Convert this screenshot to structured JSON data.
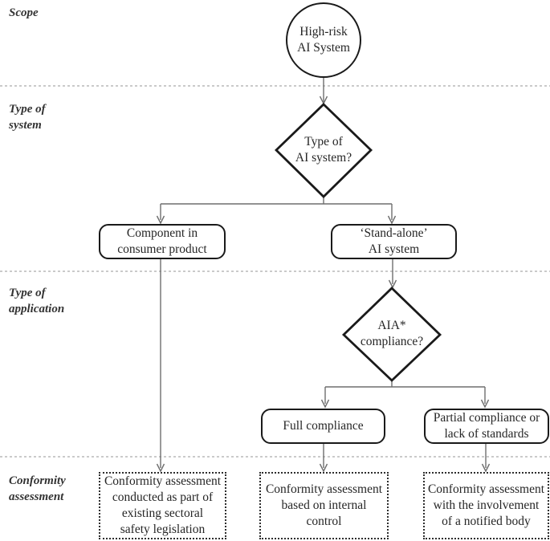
{
  "figure": {
    "type": "flowchart",
    "description_visible_text_only": true
  },
  "sections": [
    {
      "id": "scope",
      "lines": [
        "Scope"
      ]
    },
    {
      "id": "type-of-system",
      "lines": [
        "Type of",
        "system"
      ]
    },
    {
      "id": "type-of-application",
      "lines": [
        "Type of",
        "application"
      ]
    },
    {
      "id": "conformity-assessment",
      "lines": [
        "Conformity",
        "assessment"
      ]
    }
  ],
  "nodes": {
    "start": {
      "shape": "circle",
      "lines": [
        "High-risk",
        "AI System"
      ]
    },
    "decision_type": {
      "shape": "diamond",
      "lines": [
        "Type of",
        "AI system?"
      ]
    },
    "component": {
      "shape": "rounded-rect",
      "lines": [
        "Component in",
        "consumer product"
      ]
    },
    "standalone": {
      "shape": "rounded-rect",
      "lines": [
        "‘Stand-alone’",
        "AI system"
      ]
    },
    "decision_aia": {
      "shape": "diamond",
      "lines": [
        "AIA*",
        "compliance?"
      ]
    },
    "full_compliance": {
      "shape": "rounded-rect",
      "lines": [
        "Full compliance"
      ]
    },
    "partial_compliance": {
      "shape": "rounded-rect",
      "lines": [
        "Partial compliance or",
        "lack of standards"
      ]
    },
    "outcome_sectoral": {
      "shape": "dotted-rect",
      "lines": [
        "Conformity assessment",
        "conducted as part of",
        "existing sectoral",
        "safety legislation"
      ]
    },
    "outcome_internal": {
      "shape": "dotted-rect",
      "lines": [
        "Conformity assessment",
        "based on internal",
        "control"
      ]
    },
    "outcome_notified": {
      "shape": "dotted-rect",
      "lines": [
        "Conformity assessment",
        "with the involvement",
        "of a notified body"
      ]
    }
  },
  "colors": {
    "shape_stroke": "#1a1a1a",
    "connector": "#6e6e6e",
    "separator": "#aaaaaa",
    "text": "#262626",
    "background": "#ffffff"
  }
}
